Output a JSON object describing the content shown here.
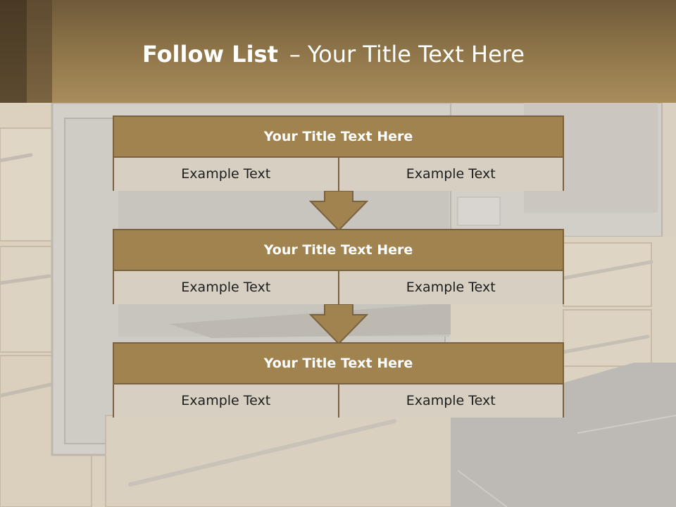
{
  "slide": {
    "title_bold": "Follow List",
    "title_separator": "–",
    "title_rest": "Your Title Text Here"
  },
  "steps": [
    {
      "title": "Your Title Text Here",
      "left_text": "Example Text",
      "right_text": "Example Text"
    },
    {
      "title": "Your Title Text Here",
      "left_text": "Example Text",
      "right_text": "Example Text"
    },
    {
      "title": "Your Title Text Here",
      "left_text": "Example Text",
      "right_text": "Example Text"
    }
  ],
  "colors": {
    "header": "#8e7549",
    "box_title": "#a0834f",
    "box_cell": "#d7cfc2",
    "border": "#7a6240"
  }
}
